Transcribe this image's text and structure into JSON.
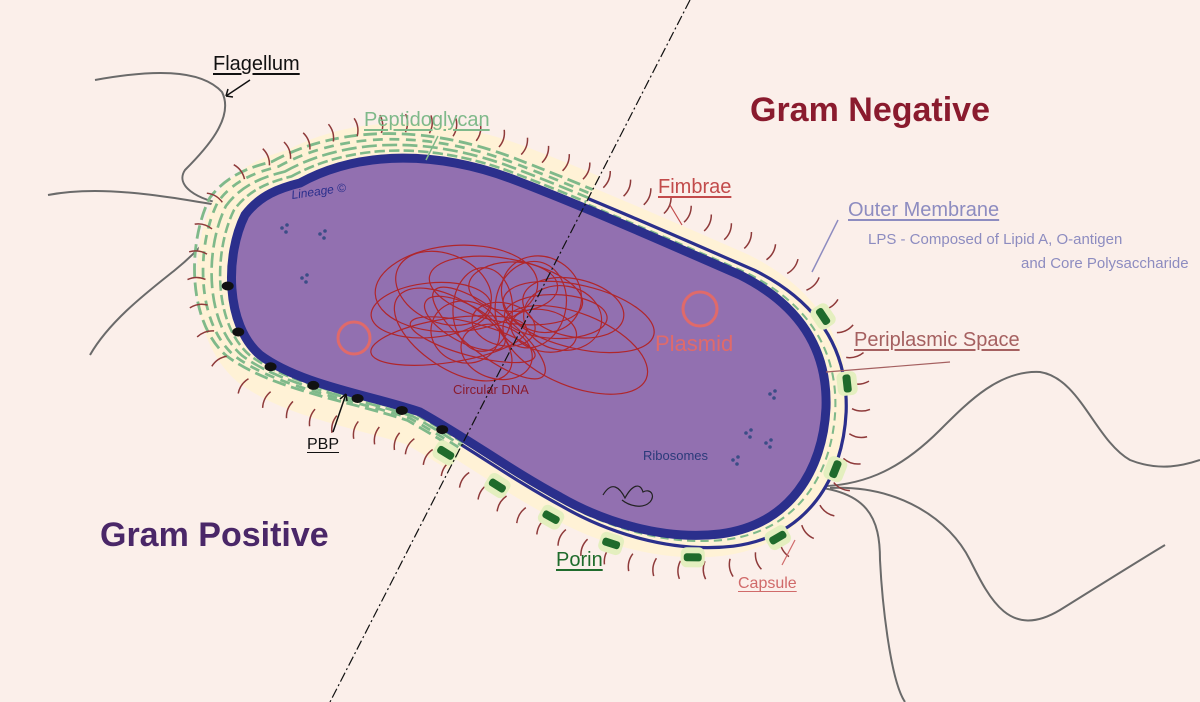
{
  "colors": {
    "background": "#fbefea",
    "cytoplasm": "#9270b0",
    "inner_membrane": "#2b2f8c",
    "cell_wall_dash": "#7fb98a",
    "porin": "#1f6b2c",
    "porin_halo": "#e4efbf",
    "fimbriae": "#8e3a3a",
    "dna": "#b0262b",
    "plasmid": "#e06a6a",
    "flagellum": "#6a6a6a",
    "gram_negative": "#8a1b2e",
    "gram_positive": "#4a2768",
    "peptidoglycan": "#7fb98a",
    "fimbrae_label": "#c24b4b",
    "outer_membrane": "#8d8cc0",
    "periplasmic": "#a56060",
    "capsule": "#d06a6a",
    "ribosomes_label": "#2b3a7a"
  },
  "labels": {
    "gram_negative": "Gram Negative",
    "gram_positive": "Gram Positive",
    "flagellum": "Flagellum",
    "peptidoglycan": "Peptidoglycan",
    "lineage": "Lineage ©",
    "fimbrae": "Fimbrae",
    "outer_membrane": "Outer Membrane",
    "lps_line1": "LPS - Composed of Lipid A, O-antigen",
    "lps_line2": "and Core Polysaccharide",
    "periplasmic_space": "Periplasmic Space",
    "plasmid": "Plasmid",
    "circular_dna": "Circular DNA",
    "ribosomes": "Ribosomes",
    "pbp": "PBP",
    "porin": "Porin",
    "capsule": "Capsule"
  }
}
